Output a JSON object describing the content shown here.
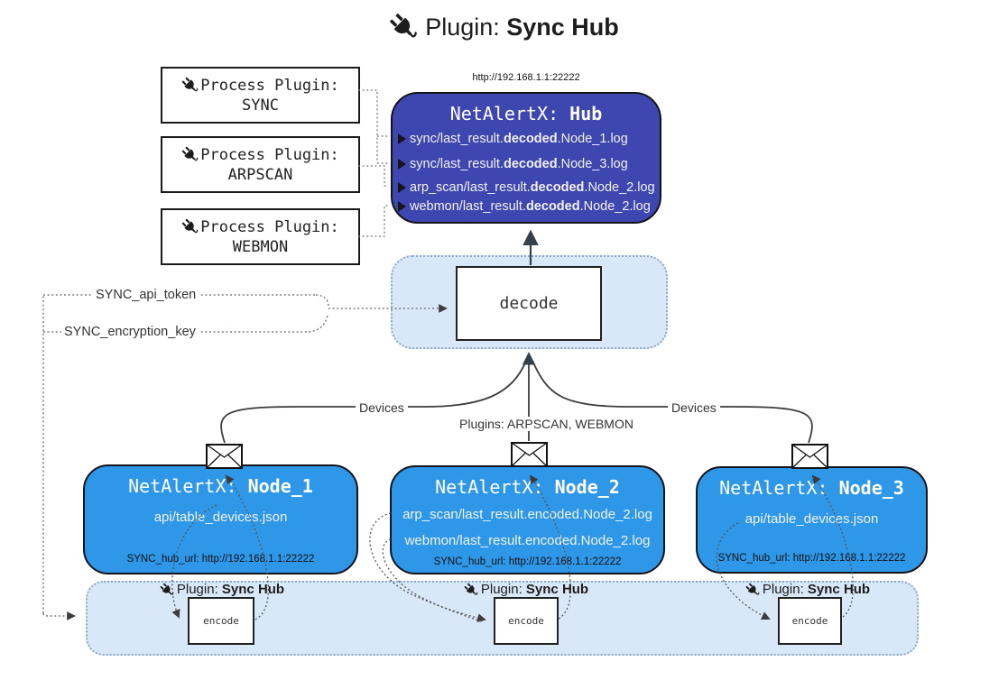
{
  "colors": {
    "hub_bg": "#3E46B0",
    "node_bg": "#2F97E8",
    "band_bg": "#D9E8F9",
    "band_border": "#8FA9C4"
  },
  "title": {
    "prefix": "Plugin: ",
    "bold": "Sync Hub"
  },
  "process_plugins": [
    {
      "label": "Process Plugin:",
      "name": "SYNC"
    },
    {
      "label": "Process Plugin:",
      "name": "ARPSCAN"
    },
    {
      "label": "Process Plugin:",
      "name": "WEBMON"
    }
  ],
  "hub": {
    "url": "http://192.168.1.1:22222",
    "name_prefix": "NetAlertX: ",
    "name_bold": "Hub",
    "lines": [
      {
        "pre": "sync/last_result.",
        "mid": "decoded",
        "post": ".Node_1.log"
      },
      {
        "pre": "sync/last_result.",
        "mid": "decoded",
        "post": ".Node_3.log"
      },
      {
        "pre": "arp_scan/last_result.",
        "mid": "decoded",
        "post": ".Node_2.log"
      },
      {
        "pre": "webmon/last_result.",
        "mid": "decoded",
        "post": ".Node_2.log"
      }
    ]
  },
  "decode": {
    "label": "decode"
  },
  "settings": {
    "api_token": "SYNC_api_token",
    "encryption_key": "SYNC_encryption_key"
  },
  "edges": {
    "devices_left": "Devices",
    "plugins_mid": "Plugins: ARPSCAN, WEBMON",
    "devices_right": "Devices"
  },
  "nodes": [
    {
      "name_prefix": "NetAlertX: ",
      "name_bold": "Node_1",
      "files": [
        "api/table_devices.json"
      ],
      "hub_url": "SYNC_hub_url: http://192.168.1.1:22222"
    },
    {
      "name_prefix": "NetAlertX: ",
      "name_bold": "Node_2",
      "files": [
        "arp_scan/last_result.encoded.Node_2.log",
        "webmon/last_result.encoded.Node_2.log"
      ],
      "hub_url": "SYNC_hub_url: http://192.168.1.1:22222"
    },
    {
      "name_prefix": "NetAlertX: ",
      "name_bold": "Node_3",
      "files": [
        "api/table_devices.json"
      ],
      "hub_url": "SYNC_hub_url: http://192.168.1.1:22222"
    }
  ],
  "encode_band": {
    "plugin_label_prefix": "Plugin: ",
    "plugin_label_bold": "Sync Hub",
    "encode_label": "encode"
  }
}
